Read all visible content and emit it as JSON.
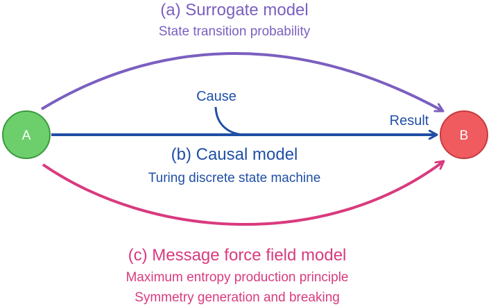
{
  "colors": {
    "surrogate": "#7b5fc0",
    "causal": "#1f4fa6",
    "message": "#d93a7e",
    "node_a_fill": "#6ccf6b",
    "node_a_stroke": "#3a9a3e",
    "node_b_fill": "#f05b5f",
    "node_b_stroke": "#c43b40"
  },
  "nodes": {
    "a": {
      "label": "A"
    },
    "b": {
      "label": "B"
    }
  },
  "surrogate": {
    "title": "(a) Surrogate model",
    "subtitle": "State transition probability"
  },
  "causal": {
    "title": "(b) Causal model",
    "subtitle": "Turing discrete state machine",
    "cause_label": "Cause",
    "result_label": "Result"
  },
  "message": {
    "title": "(c) Message force field model",
    "line1": "Maximum entropy production principle",
    "line2": "Symmetry generation and breaking"
  }
}
